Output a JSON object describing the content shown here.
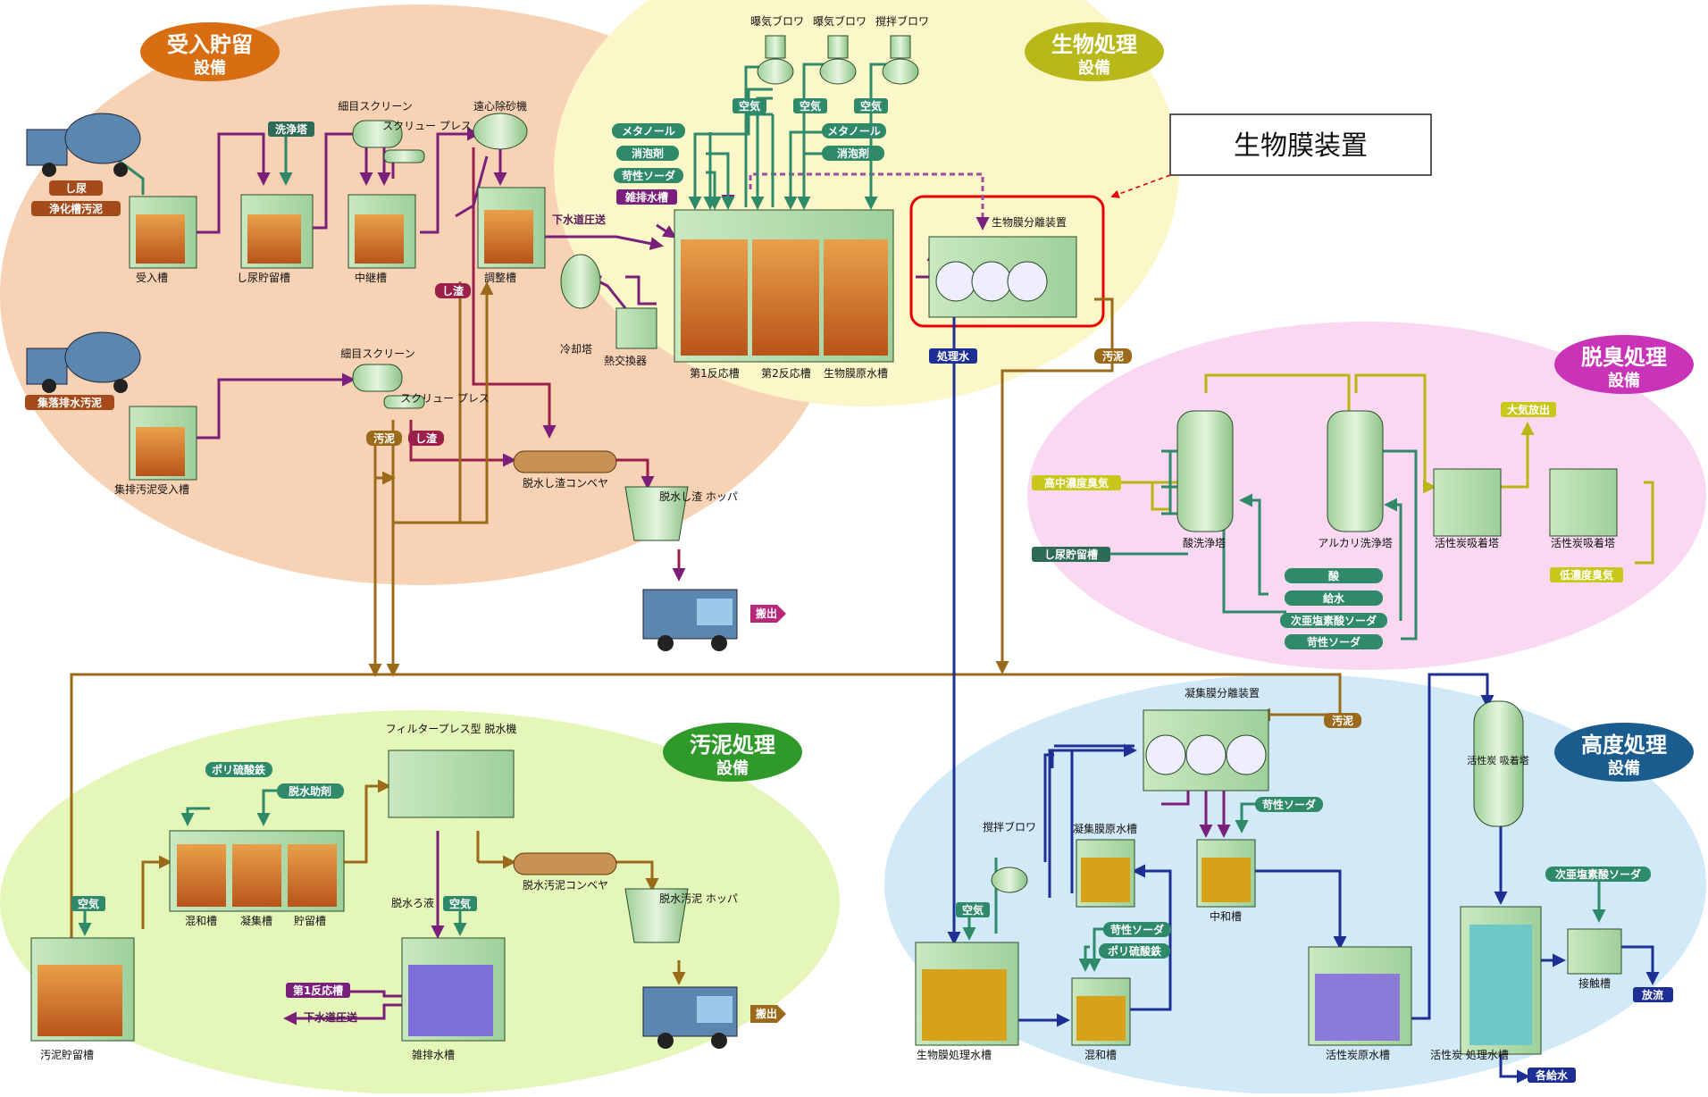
{
  "zones": {
    "receiving": {
      "title": "受入貯留",
      "subtitle": "設備"
    },
    "bio": {
      "title": "生物処理",
      "subtitle": "設備"
    },
    "deodor": {
      "title": "脱臭処理",
      "subtitle": "設備"
    },
    "sludge": {
      "title": "汚泥処理",
      "subtitle": "設備"
    },
    "advanced": {
      "title": "高度処理",
      "subtitle": "設備"
    }
  },
  "callout": {
    "label": "生物膜装置"
  },
  "sources": {
    "night_soil": "し尿",
    "septic_sludge": "浄化槽汚泥",
    "community_sludge": "集落排水汚泥"
  },
  "equipment": {
    "receiving_tank": "受入槽",
    "night_soil_storage": "し尿貯留槽",
    "relay_tank": "中継槽",
    "adjust_tank": "調整槽",
    "fine_screen_1": "細目スクリーン",
    "screw_press_1": "スクリュー プレス",
    "centrifugal_grit": "遠心除砂機",
    "community_receiving": "集排汚泥受入槽",
    "fine_screen_2": "細目スクリーン",
    "screw_press_2": "スクリュー プレス",
    "dewatered_conveyor": "脱水し渣コンベヤ",
    "dewatered_hopper": "脱水し渣 ホッパ",
    "cooling_tower": "冷却塔",
    "heat_exchanger": "熱交換器",
    "reactor_1": "第1反応槽",
    "reactor_2": "第2反応槽",
    "biofilm_raw": "生物膜原水槽",
    "biofilm_separator": "生物膜分離装置",
    "blower_aeration": "曝気ブロワ",
    "blower_aeration2": "曝気ブロワ",
    "blower_stir": "撹拌ブロワ",
    "acid_scrubber": "酸洗浄塔",
    "alkali_scrubber": "アルカリ洗浄塔",
    "carbon_adsorber_1": "活性炭吸着塔",
    "carbon_adsorber_2": "活性炭吸着塔",
    "mixing_tank": "混和槽",
    "coag_tank": "凝集槽",
    "storage_tank": "貯留槽",
    "filter_press": "フィルタープレス型 脱水機",
    "sludge_conveyor": "脱水汚泥コンベヤ",
    "sludge_hopper": "脱水汚泥 ホッパ",
    "sludge_storage": "汚泥貯留槽",
    "misc_drain": "雑排水槽",
    "filtrate": "脱水ろ液",
    "biofilm_treated": "生物膜処理水槽",
    "stir_blower": "撹拌ブロワ",
    "coag_membrane_raw": "凝集膜原水槽",
    "coag_mix": "混和槽",
    "coag_separator": "凝集膜分離装置",
    "neutral_tank": "中和槽",
    "carbon_raw": "活性炭原水槽",
    "carbon_tower": "活性炭 吸着塔",
    "carbon_treated": "活性炭 処理水槽",
    "contact_tank": "接触槽"
  },
  "tags": {
    "wash_tower": "洗浄塔",
    "air_1": "空気",
    "air_2": "空気",
    "air_3": "空気",
    "methanol_1": "メタノール",
    "antifoam_1": "消泡剤",
    "caustic_1": "苛性ソーダ",
    "misc_drain_tank": "雑排水槽",
    "methanol_2": "メタノール",
    "antifoam_2": "消泡剤",
    "sewer_1": "下水道圧送",
    "residue_1": "し渣",
    "residue_2": "し渣",
    "sludge_1": "汚泥",
    "treated_water": "処理水",
    "sludge_2": "汚泥",
    "sludge_3": "汚泥",
    "haul_1": "搬出",
    "haul_2": "搬出",
    "high_odor": "高中濃度臭気",
    "atmosphere": "大気放出",
    "night_soil_storage_ret": "し尿貯留槽",
    "low_odor": "低濃度臭気",
    "acid": "酸",
    "feed_water": "給水",
    "hypochlorite_1": "次亜塩素酸ソーダ",
    "caustic_2": "苛性ソーダ",
    "polyferric_1": "ポリ硫酸鉄",
    "dewater_aid": "脱水助剤",
    "air_4": "空気",
    "air_5": "空気",
    "reactor_1_ret": "第1反応槽",
    "sewer_2": "下水道圧送",
    "air_6": "空気",
    "caustic_3": "苛性ソーダ",
    "polyferric_2": "ポリ硫酸鉄",
    "caustic_4": "苛性ソーダ",
    "hypochlorite_2": "次亜塩素酸ソーダ",
    "discharge": "放流",
    "each_supply": "各給水"
  },
  "colors": {
    "zone_receiving": "#f8d2b5",
    "zone_bio": "#fbf7c8",
    "zone_deodor": "#fad8f2",
    "zone_sludge": "#e4f7b9",
    "zone_advanced": "#d2e9f7",
    "pipe_purple": "#7a1f7a",
    "pipe_brown": "#9b6a1a",
    "pipe_navy": "#1d2f95",
    "pipe_green": "#2f8a6a",
    "pipe_yellow": "#c8c81a",
    "callout_red": "#e60000"
  }
}
